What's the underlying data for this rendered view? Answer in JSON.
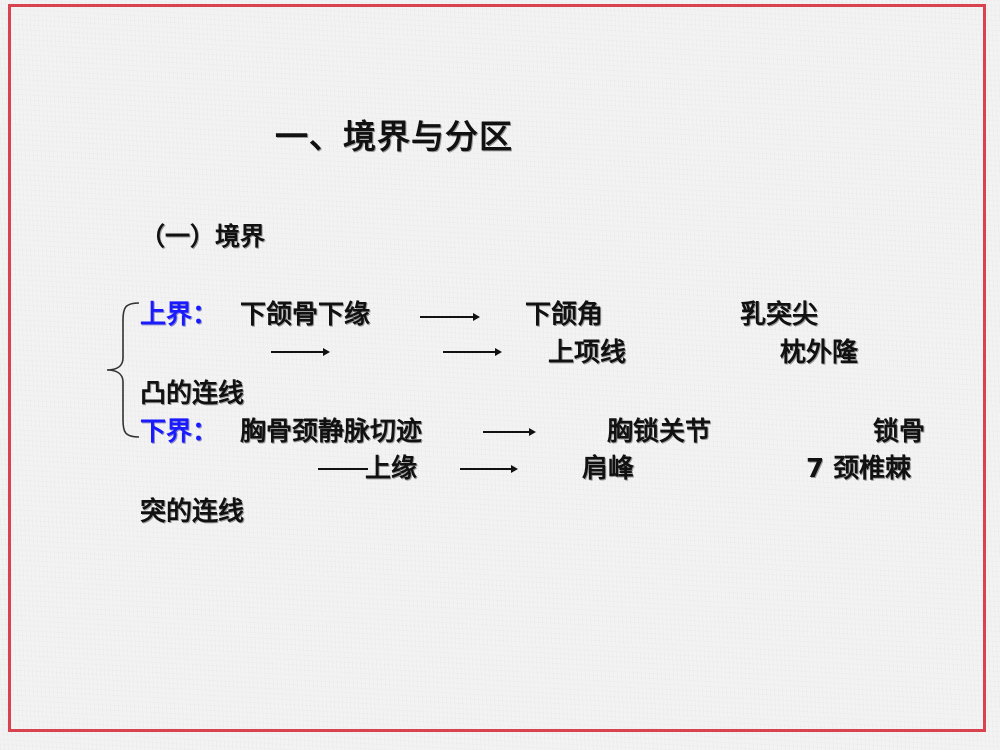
{
  "slide": {
    "title": "一、境界与分区",
    "subtitle": "（一）境界",
    "frame_color": "#d9434f",
    "accent_color": "#1a1aff",
    "upper": {
      "label": "上界：",
      "row1": [
        "下颌骨下缘",
        "下颌角",
        "乳突尖"
      ],
      "row2": [
        "上项线",
        "枕外隆"
      ],
      "row3": "凸的连线"
    },
    "lower": {
      "label": "下界：",
      "row1": [
        "胸骨颈静脉切迹",
        "胸锁关节",
        "锁骨"
      ],
      "row2": [
        "上缘",
        "肩峰",
        "7 颈椎棘"
      ],
      "row3": "突的连线"
    }
  }
}
